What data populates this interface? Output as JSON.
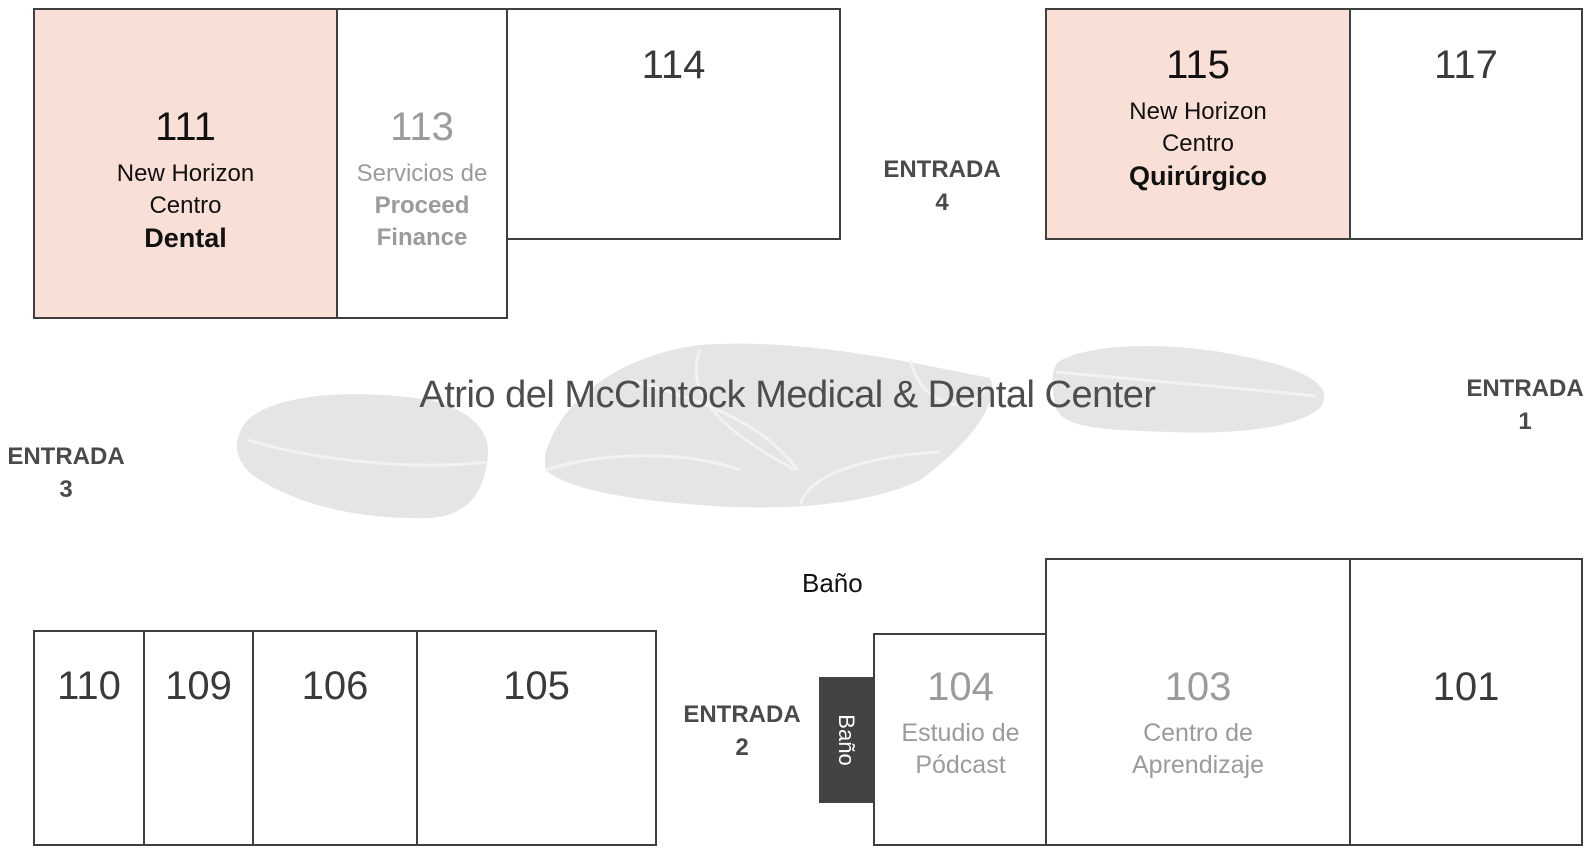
{
  "atrium": {
    "title": "Atrio del McClintock Medical & Dental Center"
  },
  "rooms": {
    "r111": {
      "number": "111",
      "line1": "New Horizon",
      "line2": "Centro",
      "bold": "Dental"
    },
    "r113": {
      "number": "113",
      "line1": "Servicios de",
      "bold1": "Proceed",
      "bold2": "Finance"
    },
    "r114": {
      "number": "114"
    },
    "r115": {
      "number": "115",
      "line1": "New Horizon",
      "line2": "Centro",
      "bold": "Quirúrgico"
    },
    "r117": {
      "number": "117"
    },
    "r110": {
      "number": "110"
    },
    "r109": {
      "number": "109"
    },
    "r106": {
      "number": "106"
    },
    "r105": {
      "number": "105"
    },
    "r104": {
      "number": "104",
      "line1": "Estudio de",
      "line2": "Pódcast"
    },
    "r103": {
      "number": "103",
      "line1": "Centro de",
      "line2": "Aprendizaje"
    },
    "r101": {
      "number": "101"
    }
  },
  "entrances": {
    "e1": {
      "label": "ENTRADA",
      "number": "1"
    },
    "e2": {
      "label": "ENTRADA",
      "number": "2"
    },
    "e3": {
      "label": "ENTRADA",
      "number": "3"
    },
    "e4": {
      "label": "ENTRADA",
      "number": "4"
    }
  },
  "restroom": {
    "label": "Baño",
    "box_label": "Baño"
  },
  "colors": {
    "highlight": "#f9e0d6",
    "wall": "#3f3f3f",
    "muted_text": "#9b9b9b",
    "restroom": "#434343"
  }
}
